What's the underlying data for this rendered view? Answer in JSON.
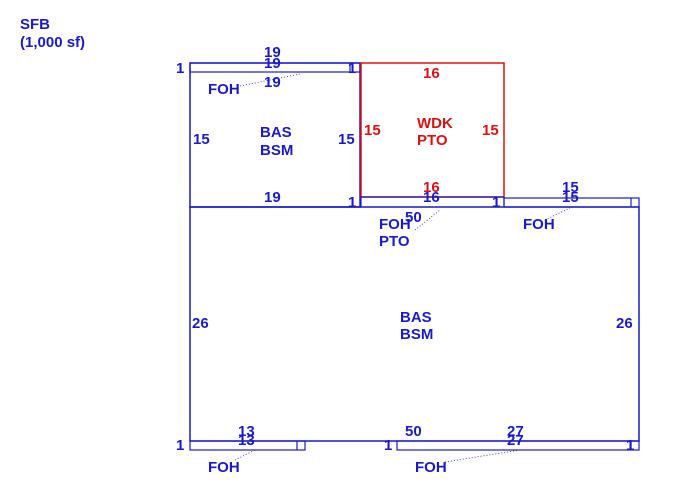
{
  "header": {
    "line1": "SFB",
    "line2": "(1,000 sf)"
  },
  "colors": {
    "primary": "#1a1acc",
    "accent": "#e01010"
  },
  "areas": {
    "upper_left": {
      "code": "BAS",
      "name": "BSM"
    },
    "deck": {
      "code": "WDK",
      "name": "PTO"
    },
    "main": {
      "code": "BAS",
      "name": "BSM"
    },
    "foh_upper_left": "FOH",
    "foh_upper_right": "FOH",
    "foh_pto": {
      "code": "FOH",
      "name": "PTO"
    },
    "foh_lower_left": "FOH",
    "foh_lower_right": "FOH"
  },
  "dims": {
    "ul_top_outer": "19",
    "ul_top_mid": "19",
    "ul_top_inner": "19",
    "ul_left": "15",
    "ul_right": "15",
    "ul_bottom": "19",
    "ul_overhang_left": "1",
    "ul_overhang_right": "1",
    "deck_top": "16",
    "deck_left": "15",
    "deck_right": "15",
    "deck_bottom_red": "16",
    "deck_bottom_blue": "16",
    "mid_left_one": "1",
    "mid_right_one": "1",
    "main_top": "50",
    "main_left": "26",
    "main_right": "26",
    "main_bottom": "50",
    "ur_top_outer": "15",
    "ur_top_inner": "15",
    "ll_top_outer": "13",
    "ll_top_inner": "13",
    "ll_one": "1",
    "lr_top_outer": "27",
    "lr_top_inner": "27",
    "lr_one_left": "1",
    "lr_one_right": "1"
  }
}
